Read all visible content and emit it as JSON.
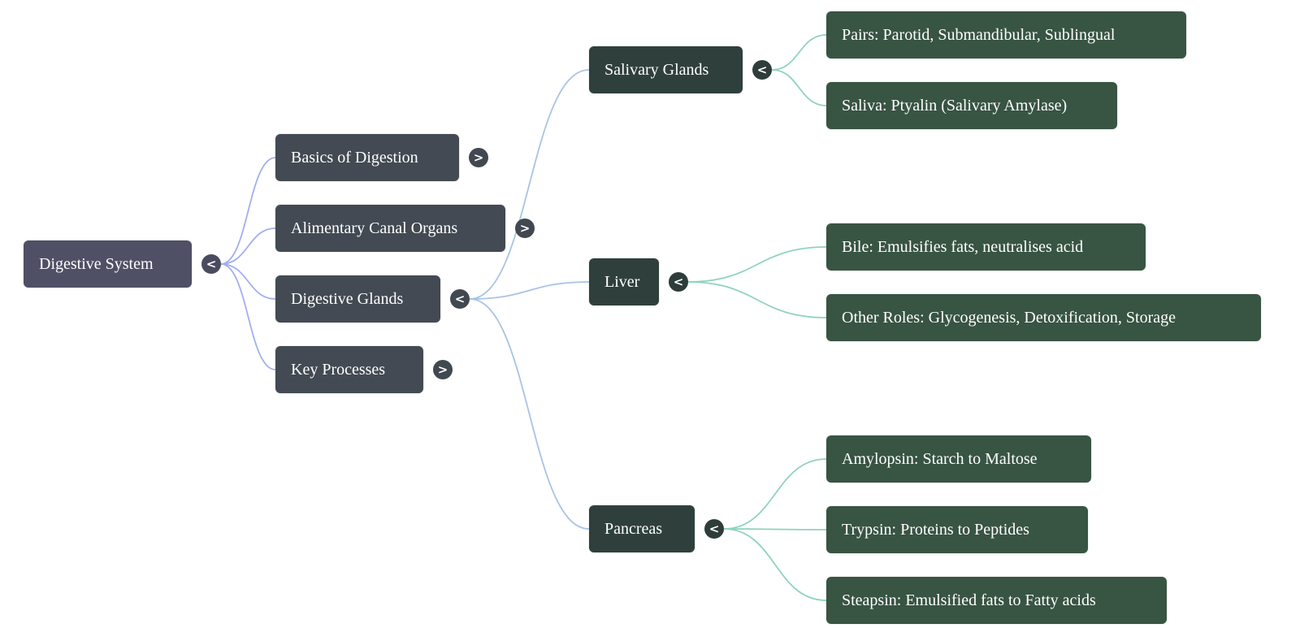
{
  "mindmap": {
    "root": {
      "label": "Digestive System",
      "toggle": "<"
    },
    "level1": [
      {
        "label": "Basics of Digestion",
        "toggle": ">"
      },
      {
        "label": "Alimentary Canal Organs",
        "toggle": ">"
      },
      {
        "label": "Digestive Glands",
        "toggle": "<"
      },
      {
        "label": "Key Processes",
        "toggle": ">"
      }
    ],
    "glands": [
      {
        "label": "Salivary Glands",
        "toggle": "<",
        "children": [
          "Pairs: Parotid, Submandibular, Sublingual",
          "Saliva: Ptyalin (Salivary Amylase)"
        ]
      },
      {
        "label": "Liver",
        "toggle": "<",
        "children": [
          "Bile: Emulsifies fats, neutralises acid",
          "Other Roles: Glycogenesis, Detoxification, Storage"
        ]
      },
      {
        "label": "Pancreas",
        "toggle": "<",
        "children": [
          "Amylopsin: Starch to Maltose",
          "Trypsin: Proteins to Peptides",
          "Steapsin: Emulsified fats to Fatty acids"
        ]
      }
    ]
  },
  "colors": {
    "edge_level1": "#a3aef0",
    "edge_level2": "#a9c3e6",
    "edge_level3": "#8fd3c0"
  }
}
